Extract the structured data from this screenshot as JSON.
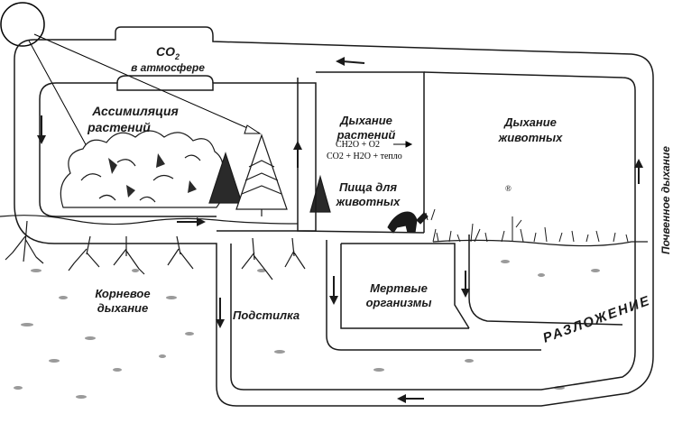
{
  "colors": {
    "ink": "#1a1a1a",
    "paper": "#ffffff",
    "soil": "#9a9a9a"
  },
  "labels": {
    "co2_atmosphere_line1": "CO",
    "co2_atmosphere_sub": "2",
    "co2_atmosphere_line2": "в атмосфере",
    "assimilation_line1": "Ассимиляция",
    "assimilation_line2": "растений",
    "plant_respiration_line1": "Дыхание",
    "plant_respiration_line2": "растений",
    "plant_reaction_left": "CH2O + O2",
    "plant_reaction_right": "CO2 + H2O + тепло",
    "animal_food_line1": "Пища для",
    "animal_food_line2": "животных",
    "animal_respiration_line1": "Дыхание",
    "animal_respiration_line2": "животных",
    "registered_mark": "®",
    "root_respiration_line1": "Корневое",
    "root_respiration_line2": "дыхание",
    "litter": "Подстилка",
    "dead_organisms_line1": "Мертвые",
    "dead_organisms_line2": "организмы",
    "decomposition": "РАЗЛОЖЕНИЕ",
    "soil_respiration": "Почвенное дыхание"
  },
  "icons": [
    "sun-icon",
    "tree-icon",
    "grass-icon",
    "animal-icon",
    "root-icon"
  ]
}
